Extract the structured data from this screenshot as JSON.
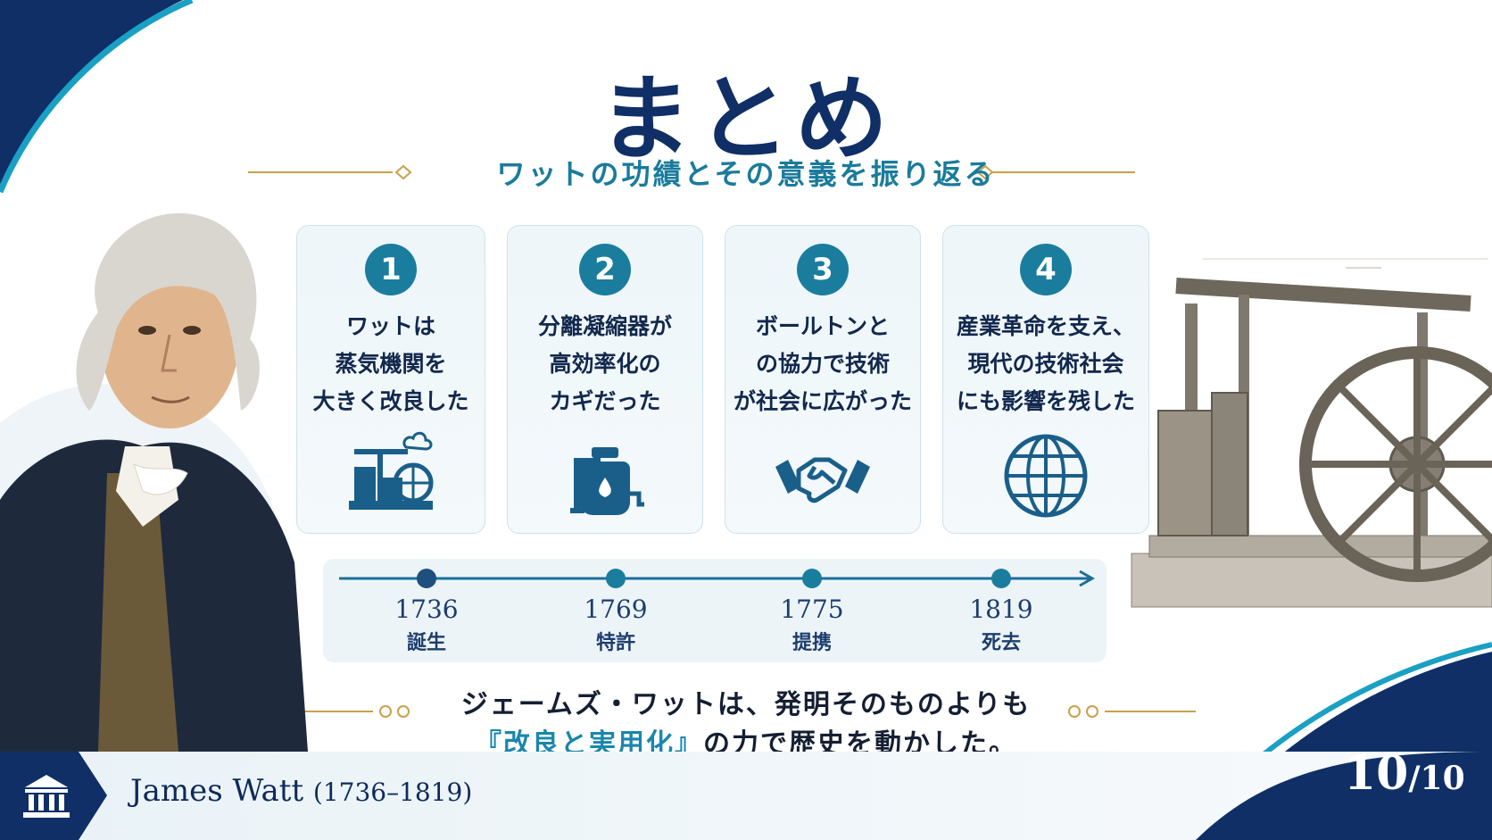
{
  "title": "まとめ",
  "subtitle": "ワットの功績とその意義を振り返る",
  "cards": [
    {
      "number": "1",
      "text": "ワットは\n蒸気機関を\n大きく改良した",
      "icon": "steam-engine-icon"
    },
    {
      "number": "2",
      "text": "分離凝縮器が\n高効率化の\nカギだった",
      "icon": "condenser-icon"
    },
    {
      "number": "3",
      "text": "ボールトンと\nの協力で技術\nが社会に広がった",
      "icon": "handshake-icon"
    },
    {
      "number": "4",
      "text": "産業革命を支え、\n現代の技術社会\nにも影響を残した",
      "icon": "globe-icon"
    }
  ],
  "timeline": [
    {
      "year": "1736",
      "label": "誕生"
    },
    {
      "year": "1769",
      "label": "特許"
    },
    {
      "year": "1775",
      "label": "提携"
    },
    {
      "year": "1819",
      "label": "死去"
    }
  ],
  "summary": {
    "line1": "ジェームズ・ワットは、発明そのものよりも",
    "line2_highlight": "『改良と実用化』",
    "line2_rest": "の力で歴史を動かした。"
  },
  "footer": {
    "name": "James Watt",
    "years": "(1736–1819)",
    "page_current": "10",
    "page_total": "/10"
  },
  "colors": {
    "navy": "#0f2f66",
    "teal": "#1a7d9e",
    "gold": "#c9a14a"
  }
}
